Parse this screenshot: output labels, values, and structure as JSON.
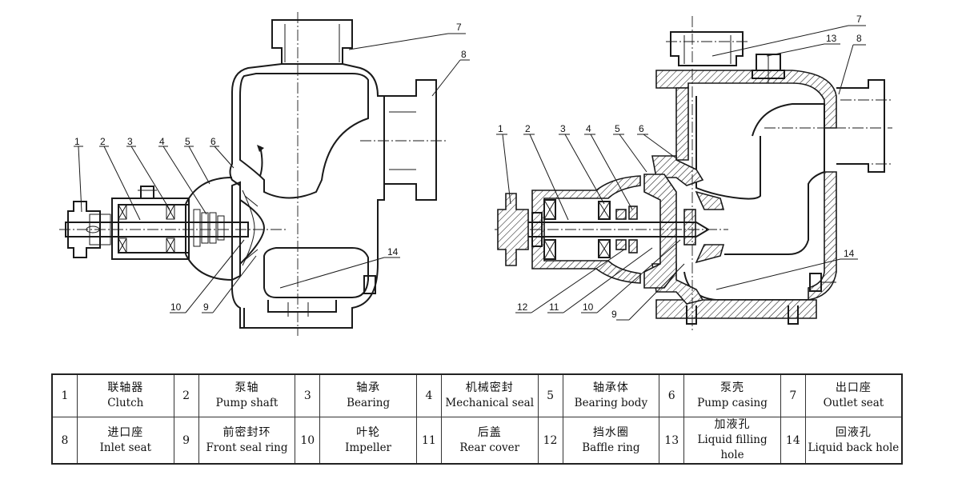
{
  "callouts_left": [
    "1",
    "2",
    "3",
    "4",
    "5",
    "6",
    "7",
    "8",
    "9",
    "10",
    "14"
  ],
  "callouts_right": [
    "1",
    "2",
    "3",
    "4",
    "5",
    "6",
    "7",
    "8",
    "9",
    "10",
    "11",
    "12",
    "13",
    "14"
  ],
  "legend": {
    "rows": [
      [
        {
          "num": "1",
          "zh": "联轴器",
          "en": "Clutch"
        },
        {
          "num": "2",
          "zh": "泵轴",
          "en": "Pump shaft"
        },
        {
          "num": "3",
          "zh": "轴承",
          "en": "Bearing"
        },
        {
          "num": "4",
          "zh": "机械密封",
          "en": "Mechanical seal"
        },
        {
          "num": "5",
          "zh": "轴承体",
          "en": "Bearing body"
        },
        {
          "num": "6",
          "zh": "泵壳",
          "en": "Pump casing"
        },
        {
          "num": "7",
          "zh": "出口座",
          "en": "Outlet seat"
        }
      ],
      [
        {
          "num": "8",
          "zh": "进口座",
          "en": "Inlet seat"
        },
        {
          "num": "9",
          "zh": "前密封环",
          "en": "Front seal ring"
        },
        {
          "num": "10",
          "zh": "叶轮",
          "en": "Impeller"
        },
        {
          "num": "11",
          "zh": "后盖",
          "en": "Rear cover"
        },
        {
          "num": "12",
          "zh": "挡水圈",
          "en": "Baffle ring"
        },
        {
          "num": "13",
          "zh": "加液孔",
          "en": "Liquid filling hole"
        },
        {
          "num": "14",
          "zh": "回液孔",
          "en": "Liquid back hole"
        }
      ]
    ]
  }
}
